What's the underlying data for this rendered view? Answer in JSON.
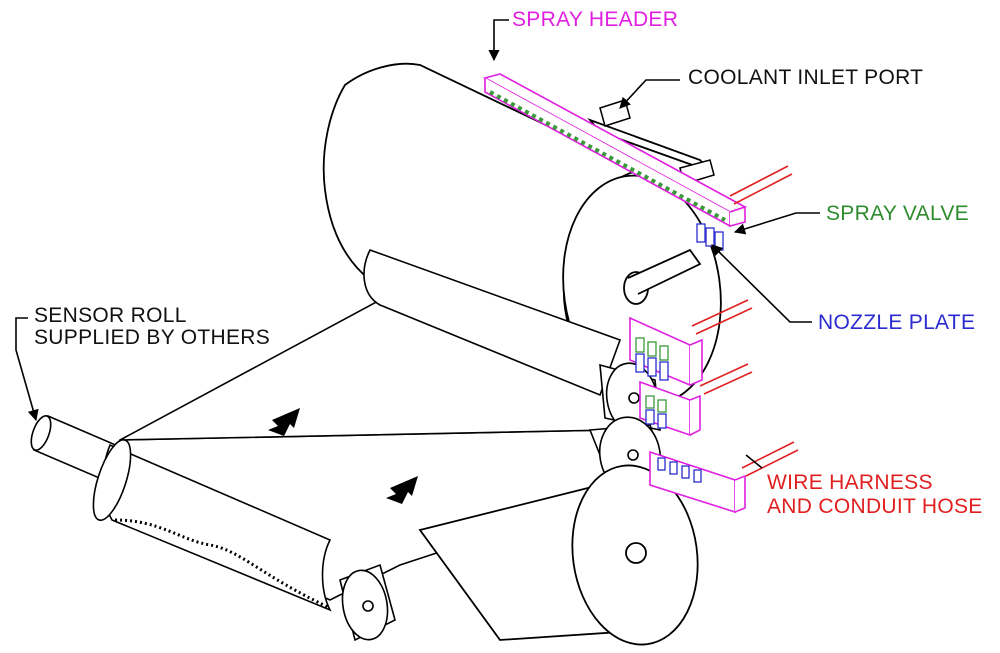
{
  "labels": {
    "spray_header": "SPRAY HEADER",
    "coolant_inlet_port": "COOLANT INLET PORT",
    "spray_valve": "SPRAY VALVE",
    "nozzle_plate": "NOZZLE PLATE",
    "sensor_roll_line1": "SENSOR ROLL",
    "sensor_roll_line2": "SUPPLIED BY OTHERS",
    "wire_harness_line1": "WIRE HARNESS",
    "wire_harness_line2": "AND CONDUIT HOSE"
  },
  "colors": {
    "spray_header": "#e020e0",
    "coolant_inlet_port": "#111111",
    "spray_valve": "#2e8b2e",
    "nozzle_plate": "#2b2bd0",
    "sensor_roll": "#111111",
    "wire_harness": "#e02020",
    "line_work": "#000000",
    "valve_body": "#3a9a3a",
    "nozzle_body": "#3a3ae0"
  }
}
